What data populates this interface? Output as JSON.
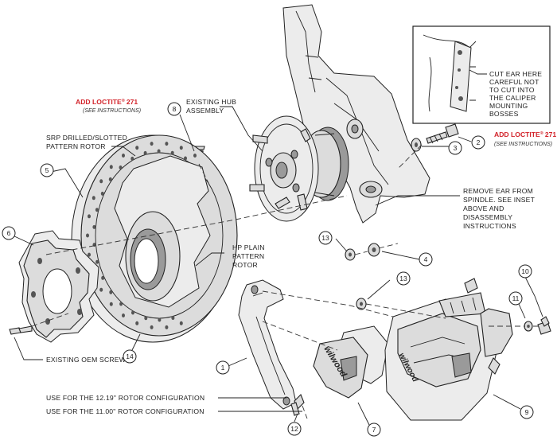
{
  "labels": {
    "loctite_left": "ADD LOCTITE",
    "loctite_left_num": "271",
    "loctite_left_sub": "(SEE INSTRUCTIONS)",
    "loctite_right": "ADD LOCTITE",
    "loctite_right_num": "271",
    "loctite_right_sub": "(SEE INSTRUCTIONS)",
    "reg": "®",
    "srp_line1": "SRP DRILLED/SLOTTED",
    "srp_line2": "PATTERN ROTOR",
    "hub_line1": "EXISTING HUB",
    "hub_line2": "ASSEMBLY",
    "inset_line1": "CUT EAR HERE",
    "inset_line2": "CAREFUL NOT",
    "inset_line3": "TO CUT INTO",
    "inset_line4": "THE CALIPER",
    "inset_line5": "MOUNTING",
    "inset_line6": "BOSSES",
    "remove_line1": "REMOVE EAR FROM",
    "remove_line2": "SPINDLE.  SEE INSET",
    "remove_line3": "ABOVE AND",
    "remove_line4": "DISASSEMBLY",
    "remove_line5": "INSTRUCTIONS",
    "hp_line1": "HP PLAIN",
    "hp_line2": "PATTERN",
    "hp_line3": "ROTOR",
    "oem_screw": "EXISTING OEM SCREW",
    "use_1219": "USE FOR THE 12.19\" ROTOR CONFIGURATION",
    "use_1100": "USE FOR THE 11.00\" ROTOR CONFIGURATION",
    "brand_pad": "wilwood",
    "brand_caliper": "wilwood"
  },
  "callouts": {
    "c1": "1",
    "c2": "2",
    "c3": "3",
    "c4": "4",
    "c5": "5",
    "c6": "6",
    "c7": "7",
    "c8": "8",
    "c9": "9",
    "c10": "10",
    "c11": "11",
    "c12": "12",
    "c13a": "13",
    "c13b": "13",
    "c14": "14"
  }
}
